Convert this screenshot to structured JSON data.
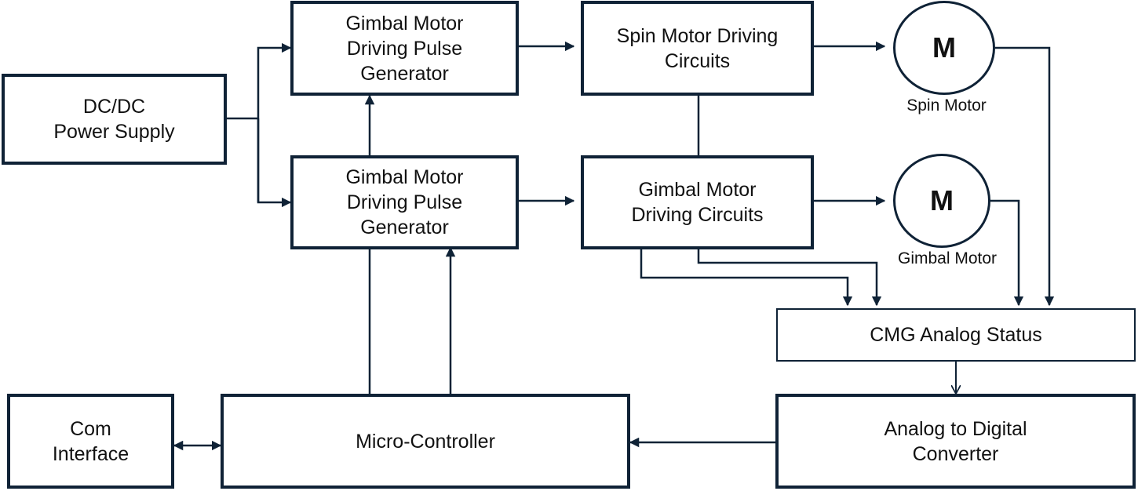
{
  "diagram": {
    "boxes": {
      "power_supply": "DC/DC\nPower Supply",
      "pulse_gen_top": "Gimbal Motor\nDriving Pulse\nGenerator",
      "pulse_gen_bottom": "Gimbal Motor\nDriving Pulse\nGenerator",
      "spin_driver": "Spin Motor Driving\nCircuits",
      "gimbal_driver": "Gimbal Motor\nDriving Circuits",
      "analog_status": "CMG Analog Status",
      "adc": "Analog to Digital\nConverter",
      "micro_controller": "Micro-Controller",
      "com_interface": "Com\nInterface"
    },
    "motors": {
      "spin": {
        "letter": "M",
        "caption": "Spin  Motor"
      },
      "gimbal": {
        "letter": "M",
        "caption": "Gimbal Motor"
      }
    },
    "line_color": "#0f2236"
  }
}
